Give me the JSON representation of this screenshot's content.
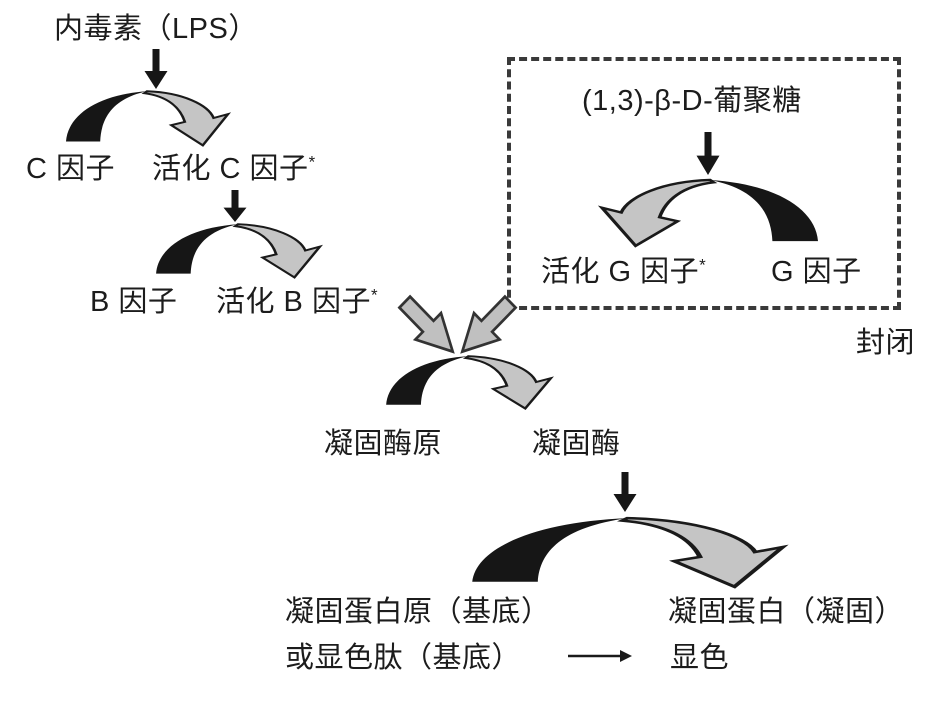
{
  "colors": {
    "background": "#ffffff",
    "text": "#1c1c1c",
    "black_shape": "#161616",
    "gray_arrow_fill": "#c5c5c5",
    "arrow_outline": "#1a1a1a",
    "dashed_border": "#3a3a3a"
  },
  "nodes": {
    "endotoxin": "内毒素（LPS）",
    "factor_c": "C 因子",
    "factor_c_activated": {
      "text": "活化 C 因子",
      "sup": "*"
    },
    "factor_b": "B 因子",
    "factor_b_activated": {
      "text": "活化 B 因子",
      "sup": "*"
    },
    "glucan": "(1,3)-β-D-葡聚糖",
    "factor_g_activated": {
      "text": "活化 G 因子",
      "sup": "*"
    },
    "factor_g": "G 因子",
    "blocked": "封闭",
    "proclotting_enzyme": "凝固酶原",
    "clotting_enzyme": "凝固酶",
    "coagulogen_substrate": "凝固蛋白原（基底）",
    "coagulin_clot": "凝固蛋白（凝固）",
    "chromogenic_substrate": "或显色肽（基底）",
    "color_development": "显色"
  }
}
